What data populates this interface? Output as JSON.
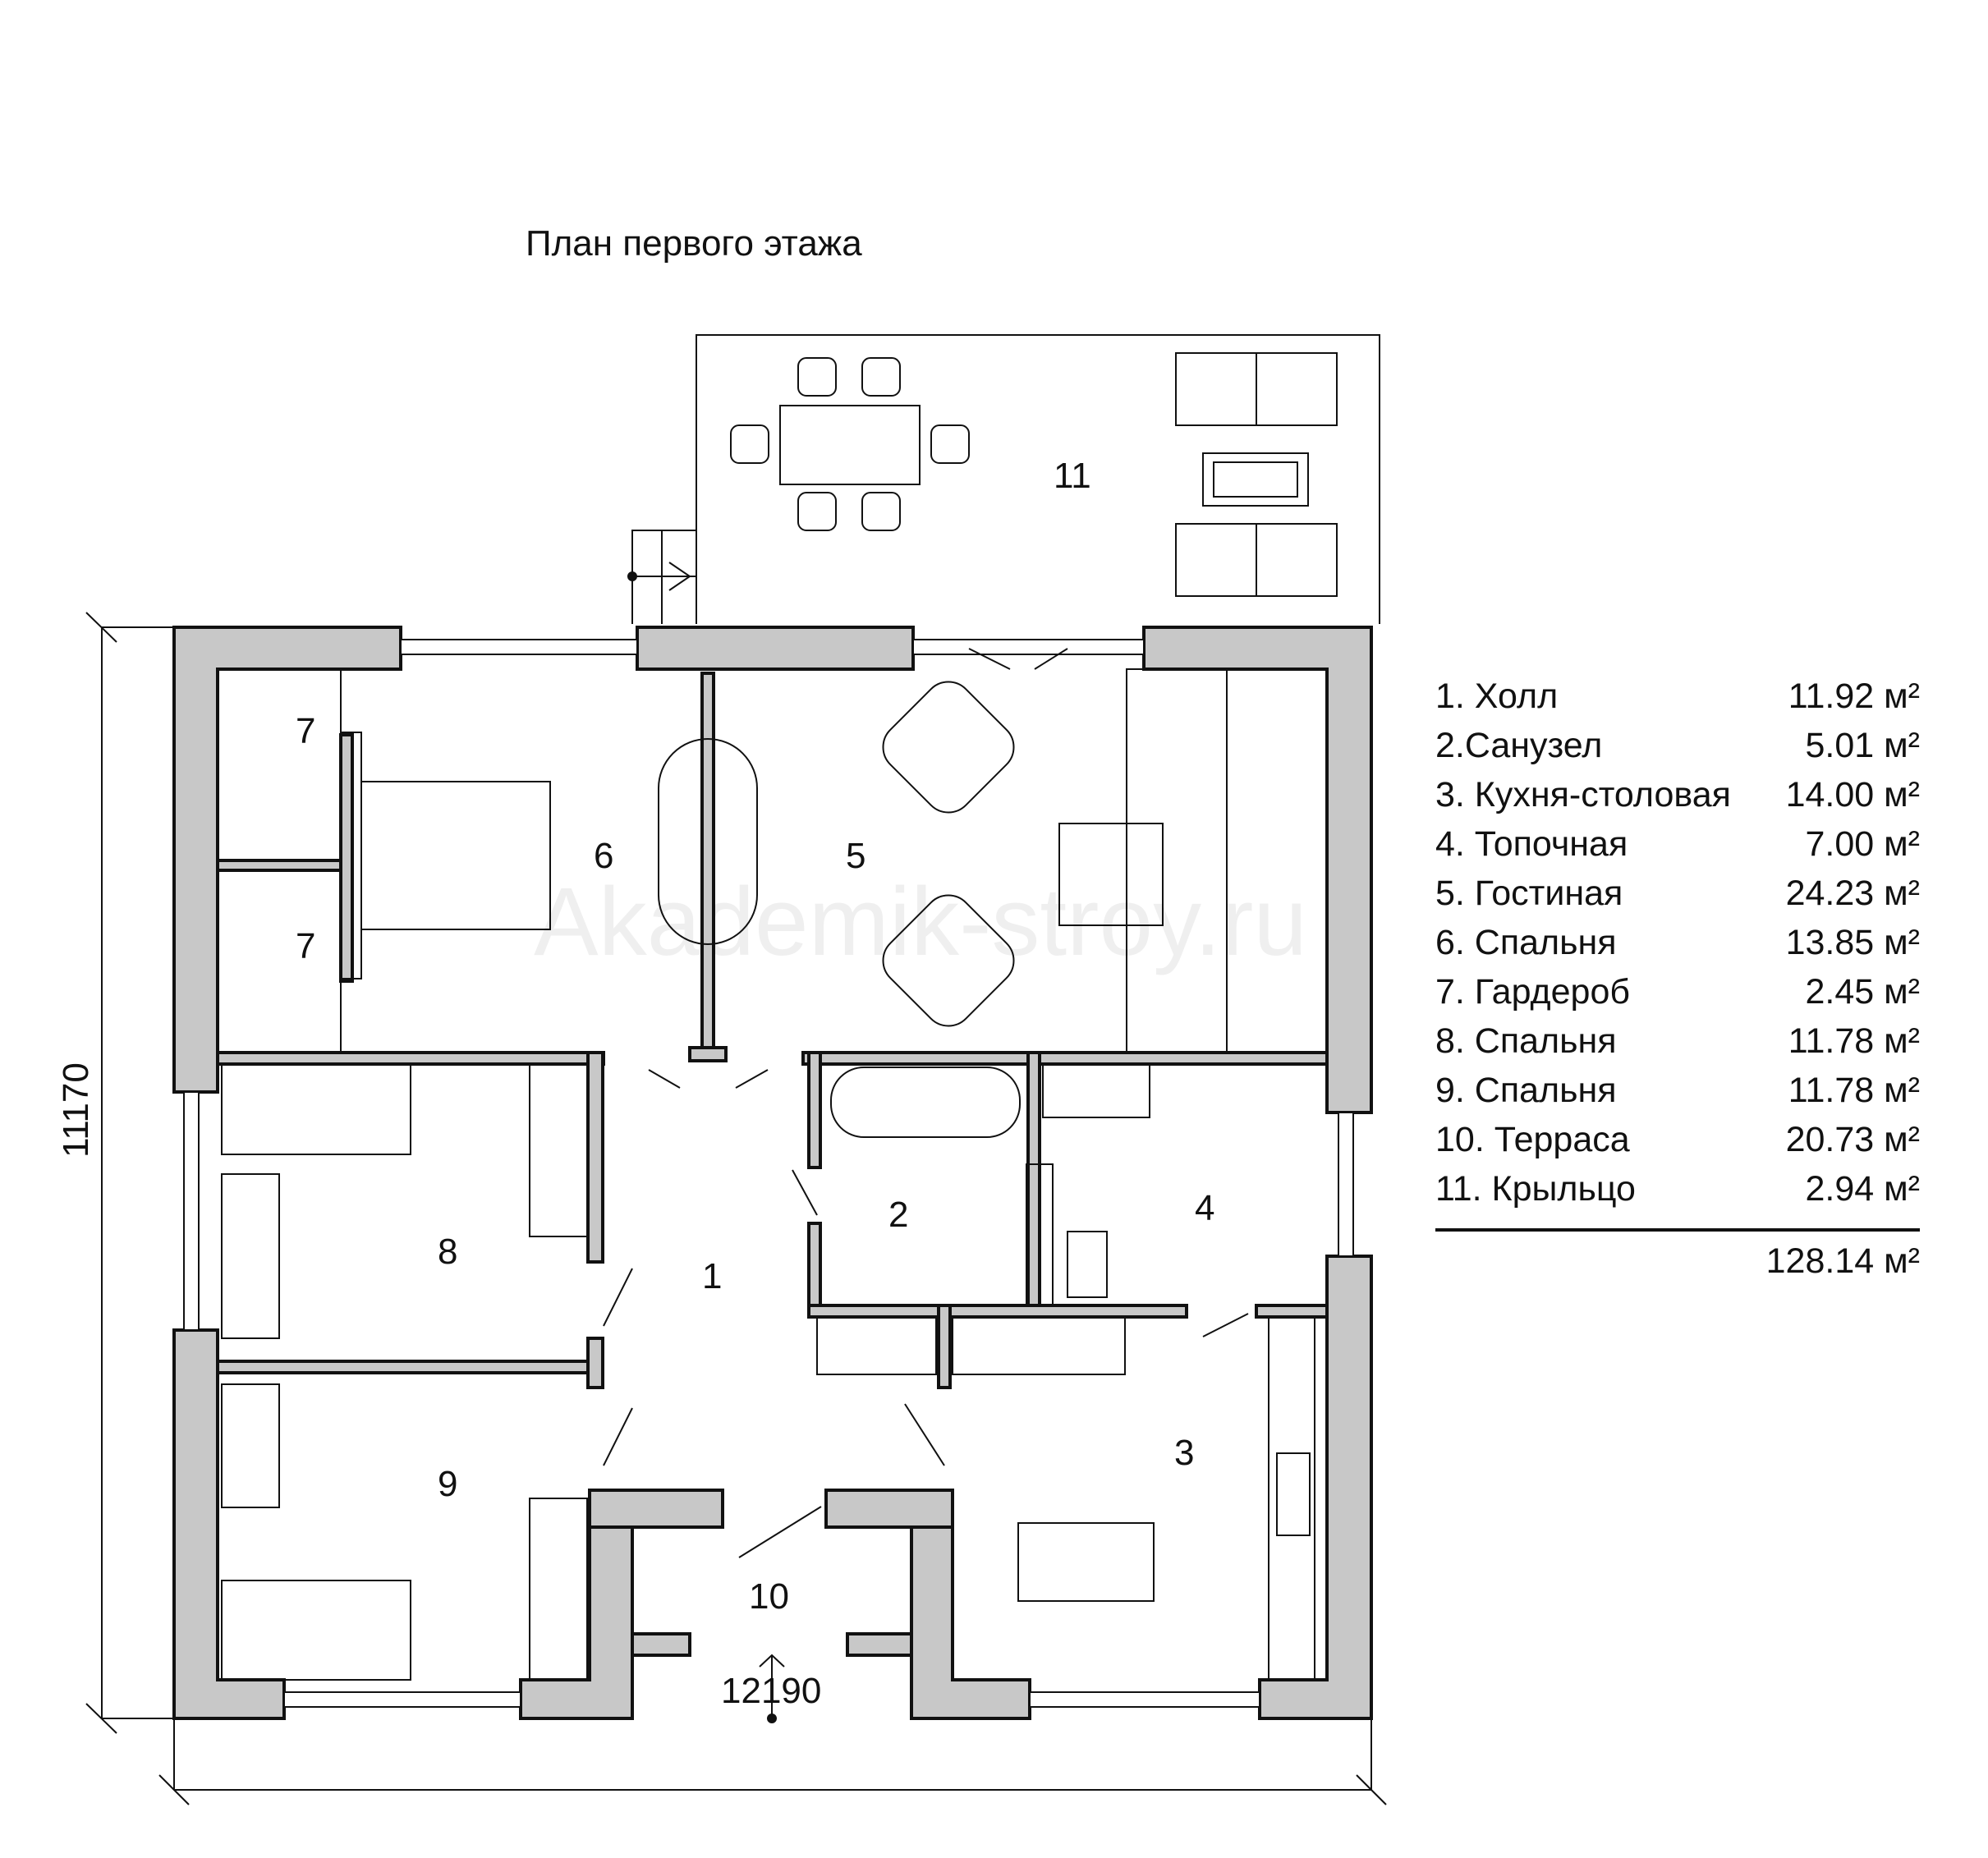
{
  "title": "План первого этажа",
  "watermark": "Akademik-stroy.ru",
  "dimensions": {
    "width": "12190",
    "height": "11170"
  },
  "room_numbers": [
    "11",
    "7",
    "6",
    "5",
    "7",
    "8",
    "1",
    "2",
    "4",
    "9",
    "3",
    "10"
  ],
  "legend": {
    "rows": [
      {
        "name": "1. Холл",
        "area": "11.92 м²"
      },
      {
        "name": "2.Санузел",
        "area": "5.01 м²"
      },
      {
        "name": "3. Кухня-столовая",
        "area": "14.00 м²"
      },
      {
        "name": "4. Топочная",
        "area": "7.00 м²"
      },
      {
        "name": "5. Гостиная",
        "area": "24.23 м²"
      },
      {
        "name": "6. Спальня",
        "area": "13.85 м²"
      },
      {
        "name": "7. Гардероб",
        "area": "2.45 м²"
      },
      {
        "name": "8. Спальня",
        "area": "11.78 м²"
      },
      {
        "name": "9. Спальня",
        "area": "11.78 м²"
      },
      {
        "name": "10. Терраса",
        "area": "20.73 м²"
      },
      {
        "name": "11. Крыльцо",
        "area": "2.94 м²"
      }
    ],
    "total": "128.14 м²"
  },
  "colors": {
    "wall_fill": "#c8c8c8",
    "wall_stroke": "#111111",
    "background": "#ffffff"
  }
}
